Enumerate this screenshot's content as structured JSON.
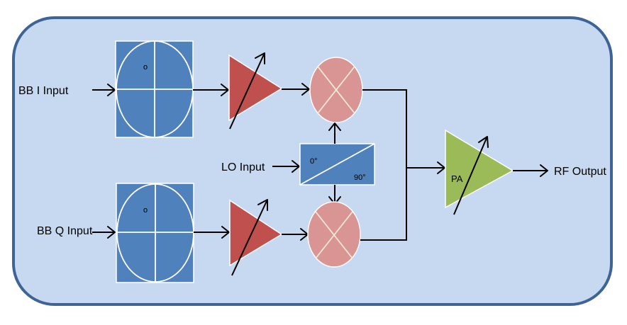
{
  "diagram": {
    "title": "IQ Modulator Transmitter Block Diagram",
    "colors": {
      "background_panel": "#c6d9f0",
      "panel_border": "#3e6396",
      "filter_fill": "#4f81bd",
      "amp_fill": "#c0504d",
      "mixer_fill": "#d99594",
      "pa_fill": "#9bbb59",
      "outline": "#ffffff",
      "wire": "#000000"
    },
    "inputs": {
      "bb_i": "BB I Input",
      "bb_q": "BB Q Input",
      "lo": "LO Input"
    },
    "output": "RF Output",
    "blocks": {
      "filter_i": {
        "type": "low-pass-filter",
        "marker": "o"
      },
      "filter_q": {
        "type": "low-pass-filter",
        "marker": "o"
      },
      "amp_i": {
        "type": "variable-gain-amplifier"
      },
      "amp_q": {
        "type": "variable-gain-amplifier"
      },
      "mixer_i": {
        "type": "mixer"
      },
      "mixer_q": {
        "type": "mixer"
      },
      "phase_splitter": {
        "type": "quadrature-splitter",
        "label_top": "0°",
        "label_bottom": "90°"
      },
      "pa": {
        "type": "power-amplifier",
        "label": "PA"
      }
    }
  }
}
